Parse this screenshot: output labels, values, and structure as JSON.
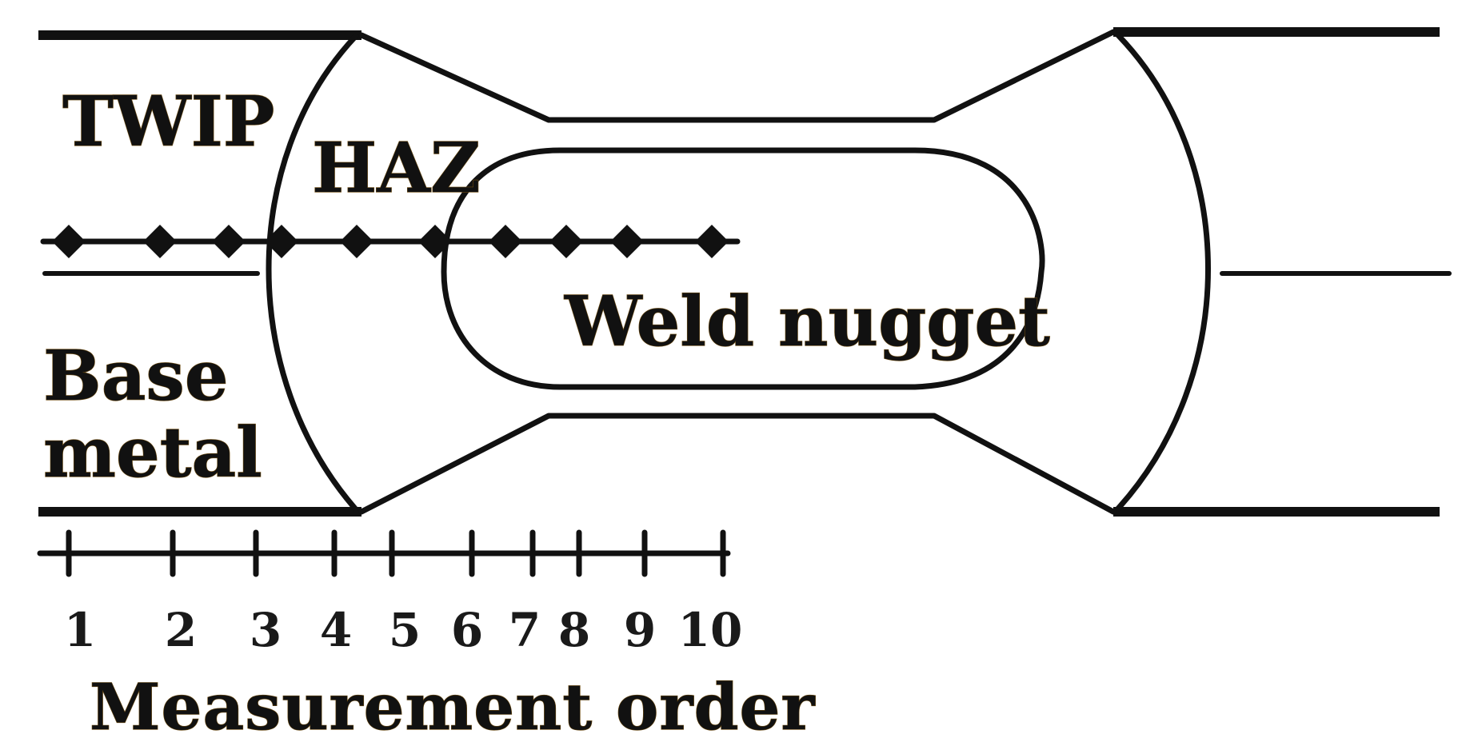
{
  "labels": {
    "twip": "TWIP",
    "haz": "HAZ",
    "weld_nugget": "Weld nugget",
    "base_metal_line1": "Base",
    "base_metal_line2": "metal",
    "axis_title": "Measurement order"
  },
  "measurement_points": [
    "1",
    "2",
    "3",
    "4",
    "5",
    "6",
    "7",
    "8",
    "9",
    "10"
  ]
}
